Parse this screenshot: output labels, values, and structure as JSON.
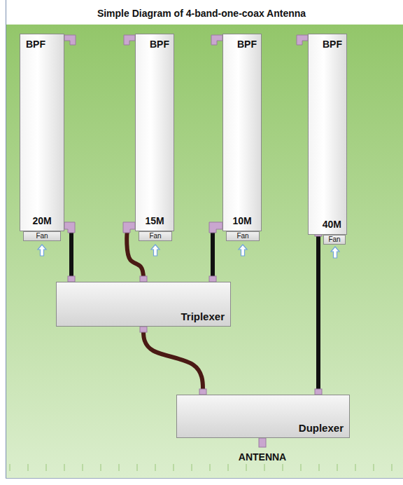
{
  "diagram": {
    "title": "Simple Diagram of 4-band-one-coax Antenna",
    "nodes": [
      {
        "text": [
          "BPF",
          "20M"
        ]
      },
      {
        "text": [
          "BPF",
          "15M"
        ]
      },
      {
        "text": [
          "BPF",
          "10M"
        ]
      },
      {
        "text": [
          "BPF",
          "40M"
        ]
      },
      {
        "text": [
          "Fan"
        ]
      },
      {
        "text": [
          "Fan"
        ]
      },
      {
        "text": [
          "Fan"
        ]
      },
      {
        "text": [
          "Fan"
        ]
      },
      {
        "text": [
          "Triplexer"
        ]
      },
      {
        "text": [
          "Duplexer"
        ]
      }
    ],
    "edges": [
      {
        "from": 0,
        "to": 8,
        "arrow": "none"
      },
      {
        "from": 1,
        "to": 8,
        "arrow": "none"
      },
      {
        "from": 2,
        "to": 8,
        "arrow": "none"
      },
      {
        "from": 8,
        "to": 9,
        "arrow": "none"
      },
      {
        "from": 3,
        "to": 9,
        "arrow": "none"
      }
    ],
    "labels": [
      "ANTENNA"
    ]
  }
}
